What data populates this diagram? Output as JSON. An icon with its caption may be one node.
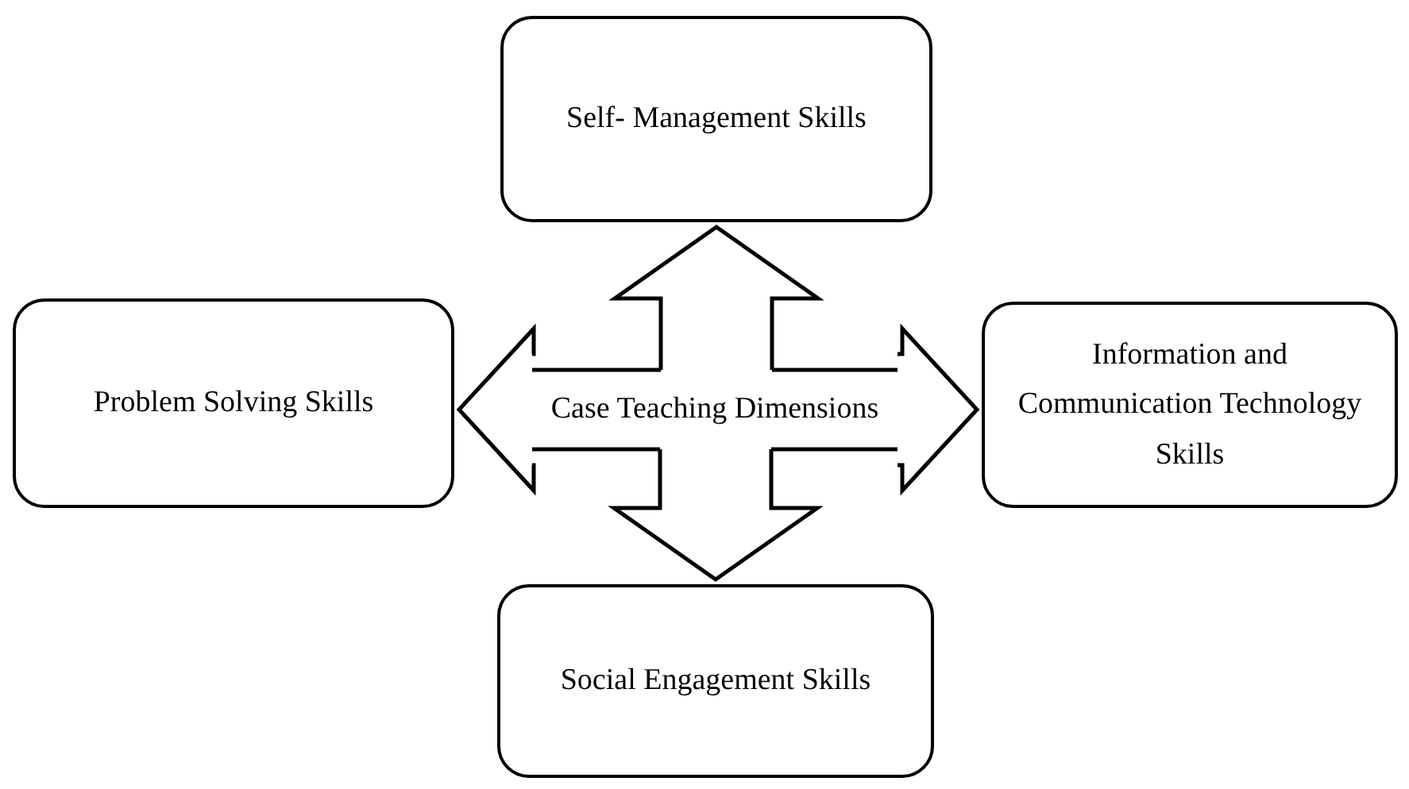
{
  "diagram": {
    "nodes": [
      {
        "text": [
          "Case Teaching Dimensions"
        ]
      },
      {
        "text": [
          "Self- Management Skills"
        ]
      },
      {
        "text": [
          "Problem Solving Skills"
        ]
      },
      {
        "text": [
          "Information and Communication Technology Skills"
        ]
      },
      {
        "text": [
          "Social Engagement Skills"
        ]
      }
    ],
    "edges": [
      {
        "from": 0,
        "to": 1,
        "arrow": "to"
      },
      {
        "from": 0,
        "to": 2,
        "arrow": "to"
      },
      {
        "from": 0,
        "to": 3,
        "arrow": "to"
      },
      {
        "from": 0,
        "to": 4,
        "arrow": "to"
      }
    ]
  }
}
